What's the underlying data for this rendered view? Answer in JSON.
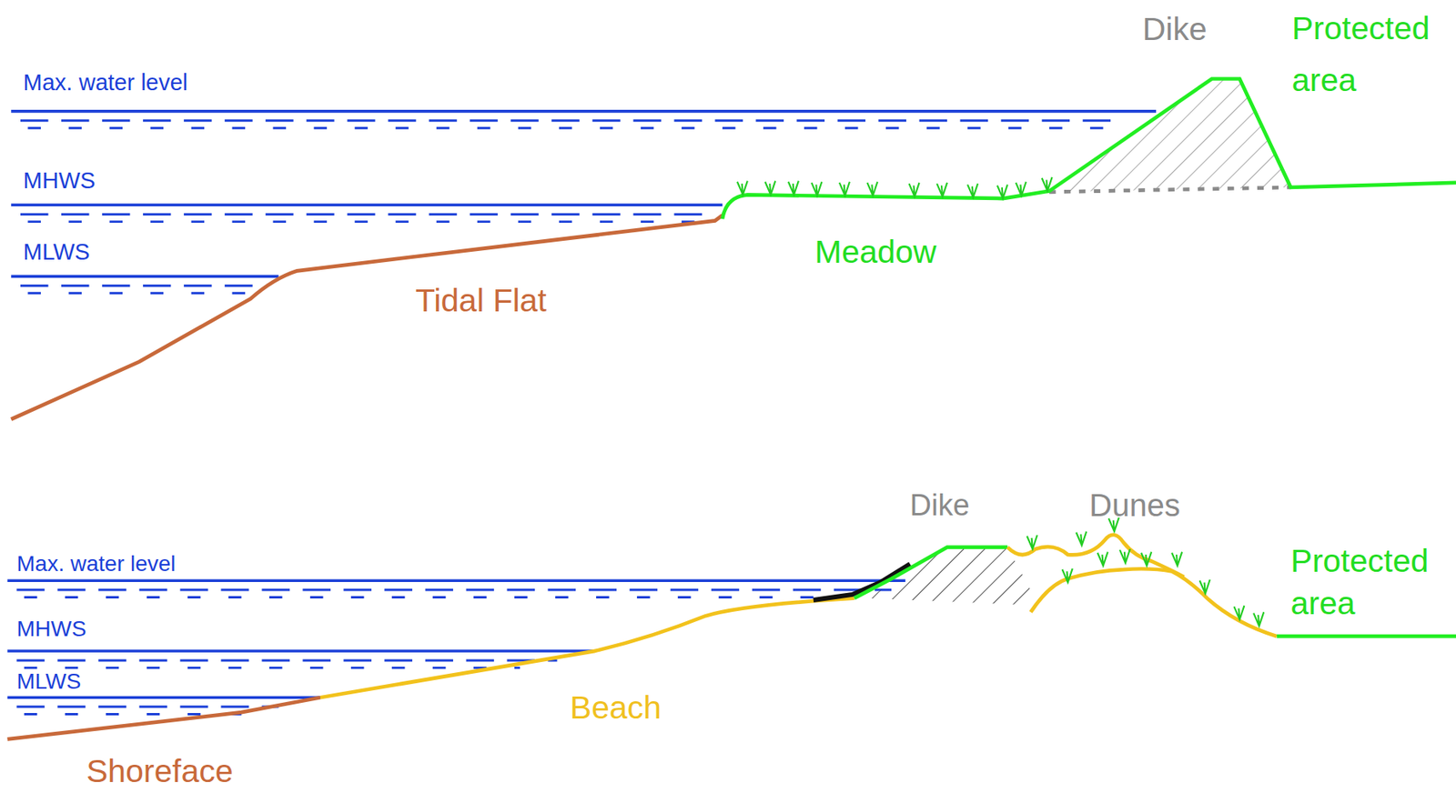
{
  "diagram": {
    "labels": [
      "Dike",
      "Protected area",
      "Max. water level",
      "MHWS",
      "MLWS",
      "Meadow",
      "Tidal Flat",
      "Dike",
      "Dunes",
      "Max. water level",
      "Protected area",
      "MHWS",
      "MLWS",
      "Beach",
      "Shoreface"
    ]
  }
}
